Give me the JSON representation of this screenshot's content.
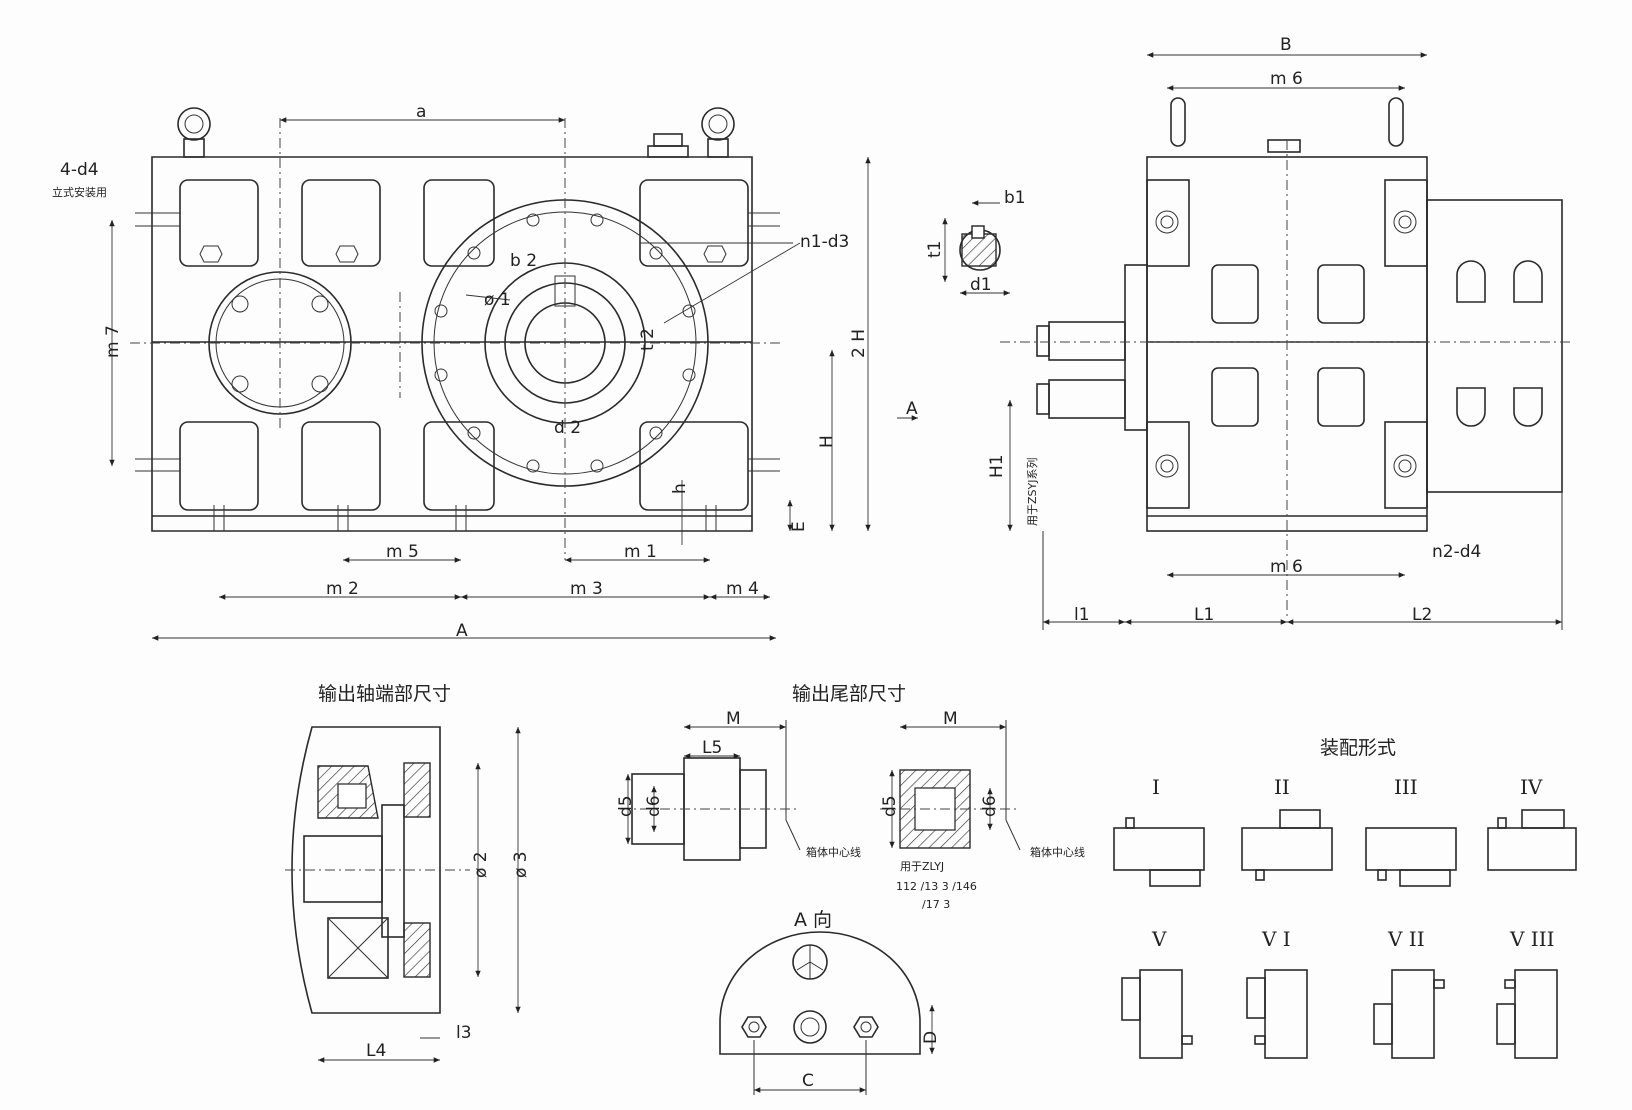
{
  "front": {
    "a": "a",
    "side_studs": "4-d4",
    "side_studs_note": "立式安装用",
    "m7": "m 7",
    "flange_holes": "n1-d3",
    "b2": "b 2",
    "phi1": "ø 1",
    "t2": "t 2",
    "d2": "d 2",
    "two_h": "2 H",
    "h": "H",
    "view_arrow": "A",
    "small_h": "h",
    "e": "E",
    "m5": "m 5",
    "m1": "m 1",
    "m2": "m 2",
    "m3": "m 3",
    "m4": "m 4",
    "big_a": "A"
  },
  "key": {
    "b1": "b1",
    "t1": "t1",
    "d1": "d1"
  },
  "side": {
    "b": "B",
    "m6": "m 6",
    "foot_holes": "n2-d4",
    "l1": "l1",
    "big_l1": "L1",
    "l2": "L2",
    "h1": "H1",
    "h1_note": "用于ZSYJ系列"
  },
  "sections": {
    "output_shaft_end": "输出轴端部尺寸",
    "output_tail": "输出尾部尺寸",
    "phi2": "ø 2",
    "phi3": "ø 3",
    "l4": "L4",
    "l3": "l3",
    "m": "M",
    "l5": "L5",
    "d5": "d5",
    "d6": "d6",
    "centerline_note": "箱体中心线",
    "zlyj_note": "用于ZLYJ",
    "zlyj_sizes": "112 /13 3 /146",
    "zlyj_sizes_2": "/17 3",
    "view_a": "A 向",
    "c": "C",
    "d": "D"
  },
  "assembly": {
    "title": "装配形式",
    "forms": [
      "I",
      "II",
      "III",
      "IV",
      "V",
      "V I",
      "V II",
      "V III"
    ]
  }
}
